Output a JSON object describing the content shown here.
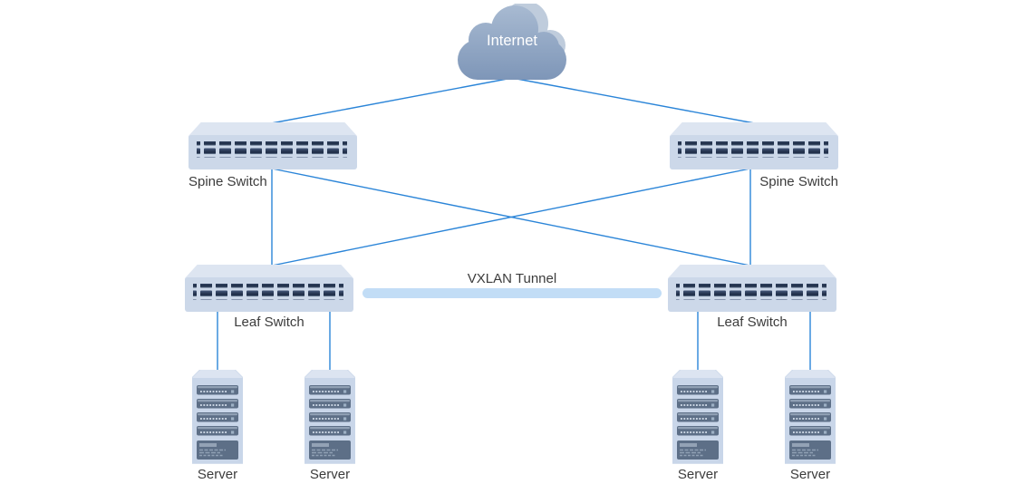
{
  "cloud": {
    "label": "Internet"
  },
  "spine_switches": [
    {
      "label": "Spine Switch"
    },
    {
      "label": "Spine Switch"
    }
  ],
  "leaf_switches": [
    {
      "label": "Leaf Switch"
    },
    {
      "label": "Leaf Switch"
    }
  ],
  "tunnel": {
    "label": "VXLAN Tunnel"
  },
  "servers": [
    {
      "label": "Server"
    },
    {
      "label": "Server"
    },
    {
      "label": "Server"
    },
    {
      "label": "Server"
    }
  ],
  "colors": {
    "link_line": "#2b85d8",
    "tunnel_bar": "#c2ddf6",
    "cloud_top": "#a9bbd2",
    "cloud_bottom": "#7e96b8",
    "switch_front": "#ccd8e9",
    "switch_top": "#dde5f1",
    "switch_port": "#2d3d59",
    "server_body": "#c9d6e9",
    "server_slot": "#5d6f87",
    "label_text": "#3c3c3c",
    "cloud_label_text": "#ffffff"
  }
}
